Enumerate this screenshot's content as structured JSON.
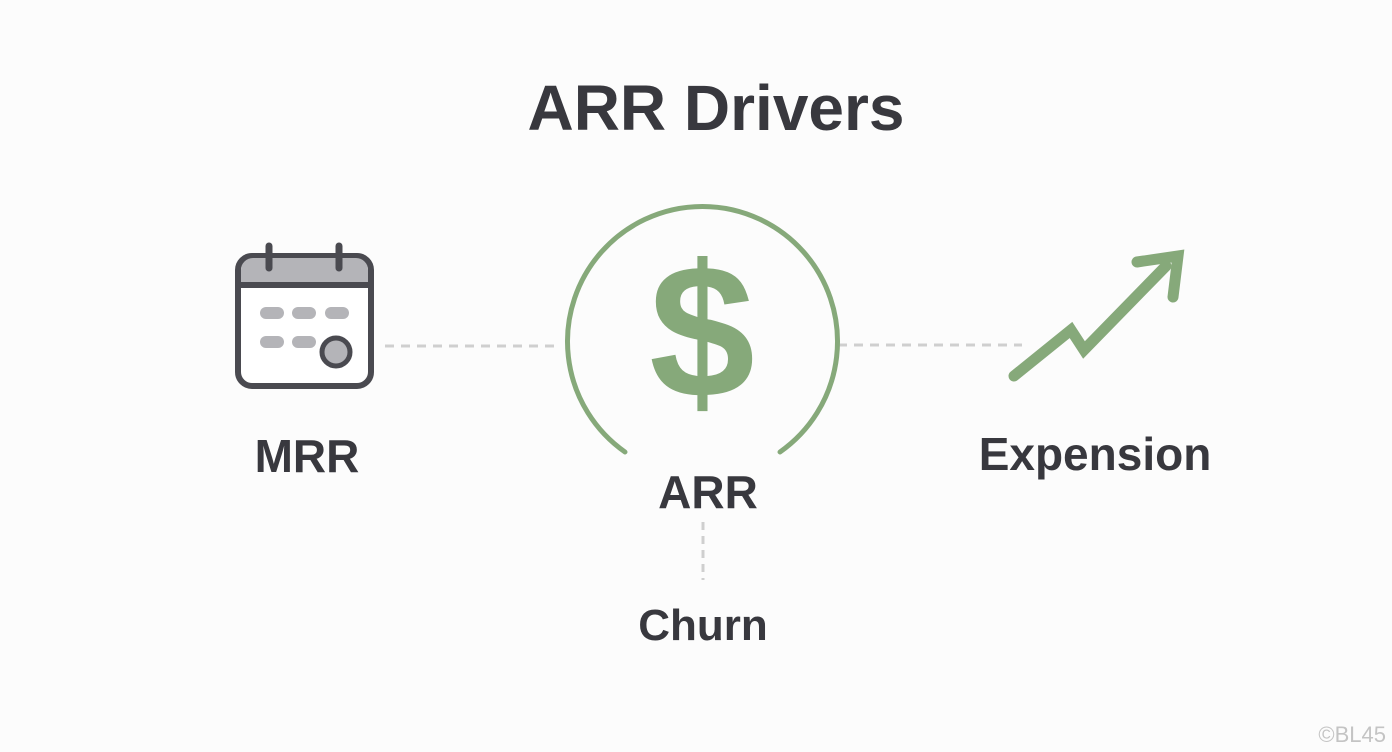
{
  "title": "ARR Drivers",
  "nodes": {
    "mrr": {
      "label": "MRR",
      "icon": "calendar-icon"
    },
    "arr": {
      "label": "ARR",
      "icon": "dollar-icon",
      "symbol": "$"
    },
    "expansion": {
      "label": "Expension",
      "icon": "trending-up-arrow-icon"
    },
    "churn": {
      "label": "Churn"
    }
  },
  "watermark": "©BL45",
  "colors": {
    "text": "#38383e",
    "accent": "#86a97a",
    "connector": "#cfcfcf",
    "icon_dark": "#4a4a50",
    "icon_gray": "#b4b4b8"
  }
}
